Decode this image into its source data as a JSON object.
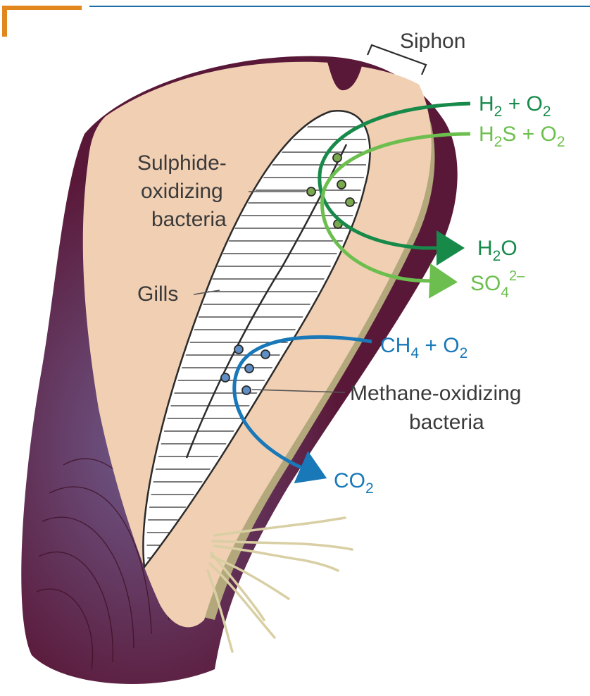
{
  "colors": {
    "header_accent": "#E2861E",
    "header_rule": "#1C6FA5",
    "shell": "#5A1838",
    "shell_highlight": "#6E5A8A",
    "body": "#F1CFB3",
    "mantle_band": "#B3A87C",
    "hydrogen_arrow": "#178A4A",
    "sulphide_arrow": "#6CBF4E",
    "methane_arrow": "#1878B8",
    "bacteria_green": "#7AA84E",
    "bacteria_blue": "#5E8EC4",
    "label_text": "#3A3A3A"
  },
  "labels": {
    "siphon": "Siphon",
    "sulphide_line1": "Sulphide-",
    "sulphide_line2": "oxidizing",
    "sulphide_line3": "bacteria",
    "gills": "Gills",
    "methane_line1": "Methane-oxidizing",
    "methane_line2": "bacteria"
  },
  "reactions": {
    "h2_in": {
      "a": "H",
      "a_sub": "2",
      "plus": " + O",
      "b_sub": "2"
    },
    "h2s_in": {
      "a": "H",
      "a_sub": "2",
      "mid": "S + O",
      "b_sub": "2"
    },
    "h2o_out": {
      "a": "H",
      "a_sub": "2",
      "b": "O"
    },
    "so4_out": {
      "a": "SO",
      "a_sub": "4",
      "a_sup": "2–"
    },
    "ch4_in": {
      "a": "CH",
      "a_sub": "4",
      "plus": " + O",
      "b_sub": "2"
    },
    "co2_out": {
      "a": "CO",
      "a_sub": "2"
    }
  }
}
